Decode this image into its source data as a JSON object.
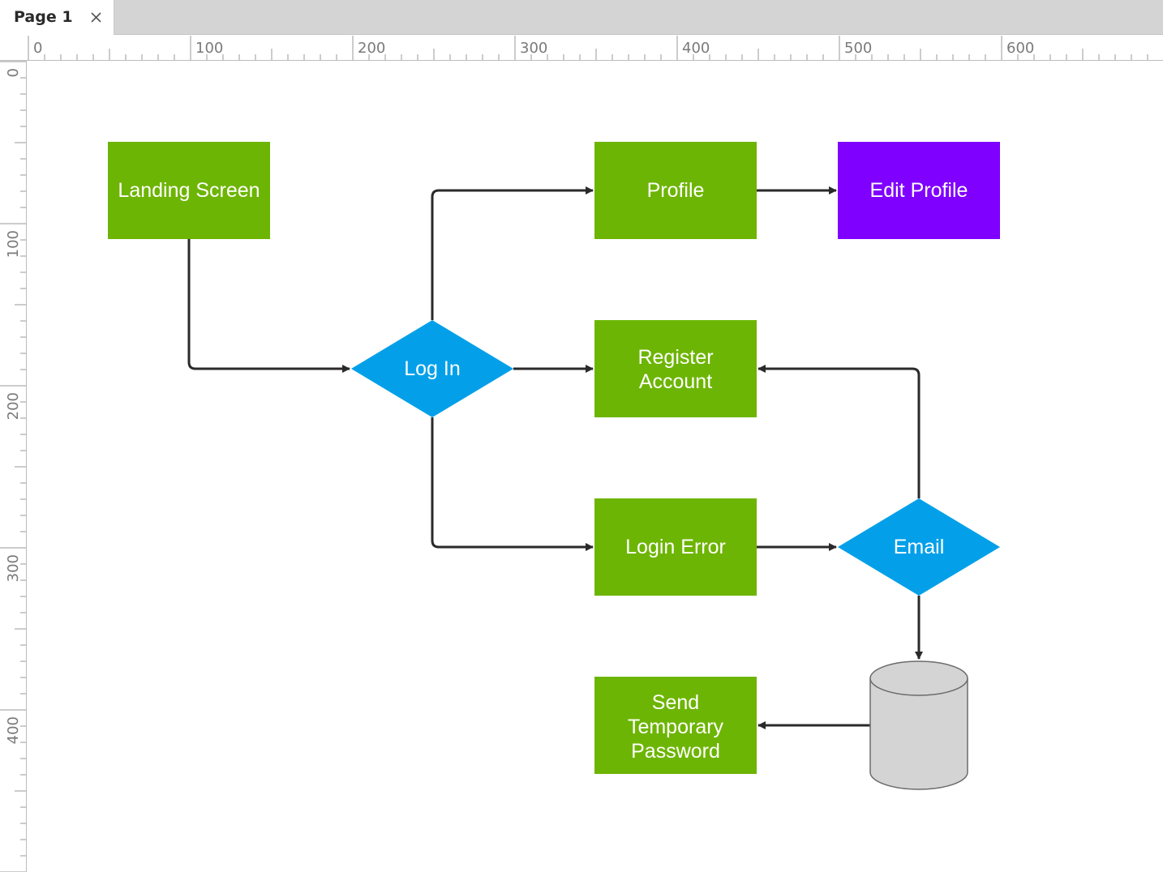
{
  "tab": {
    "title": "Page 1"
  },
  "ruler": {
    "horizontal_labels": [
      "0",
      "100",
      "200",
      "300",
      "400",
      "500",
      "600"
    ],
    "vertical_labels": [
      "0",
      "100",
      "200",
      "300",
      "400"
    ]
  },
  "diagram": {
    "nodes": [
      {
        "id": "landing",
        "label_lines": [
          "Landing Screen"
        ],
        "shape": "rect",
        "color": "#6db504"
      },
      {
        "id": "login",
        "label_lines": [
          "Log In"
        ],
        "shape": "diamond",
        "color": "#03a0e9"
      },
      {
        "id": "profile",
        "label_lines": [
          "Profile"
        ],
        "shape": "rect",
        "color": "#6db504"
      },
      {
        "id": "edit-profile",
        "label_lines": [
          "Edit Profile"
        ],
        "shape": "rect",
        "color": "#8000ff"
      },
      {
        "id": "register",
        "label_lines": [
          "Register",
          "Account"
        ],
        "shape": "rect",
        "color": "#6db504"
      },
      {
        "id": "login-error",
        "label_lines": [
          "Login Error"
        ],
        "shape": "rect",
        "color": "#6db504"
      },
      {
        "id": "email",
        "label_lines": [
          "Email"
        ],
        "shape": "diamond",
        "color": "#03a0e9"
      },
      {
        "id": "database",
        "label_lines": [],
        "shape": "cylinder",
        "color": "#d4d4d4"
      },
      {
        "id": "send-temp",
        "label_lines": [
          "Send",
          "Temporary",
          "Password"
        ],
        "shape": "rect",
        "color": "#6db504"
      }
    ],
    "edges": [
      {
        "from": "landing",
        "to": "login"
      },
      {
        "from": "login",
        "to": "profile"
      },
      {
        "from": "profile",
        "to": "edit-profile"
      },
      {
        "from": "login",
        "to": "register"
      },
      {
        "from": "login",
        "to": "login-error"
      },
      {
        "from": "login-error",
        "to": "email"
      },
      {
        "from": "email",
        "to": "register"
      },
      {
        "from": "email",
        "to": "database"
      },
      {
        "from": "database",
        "to": "send-temp"
      }
    ]
  }
}
